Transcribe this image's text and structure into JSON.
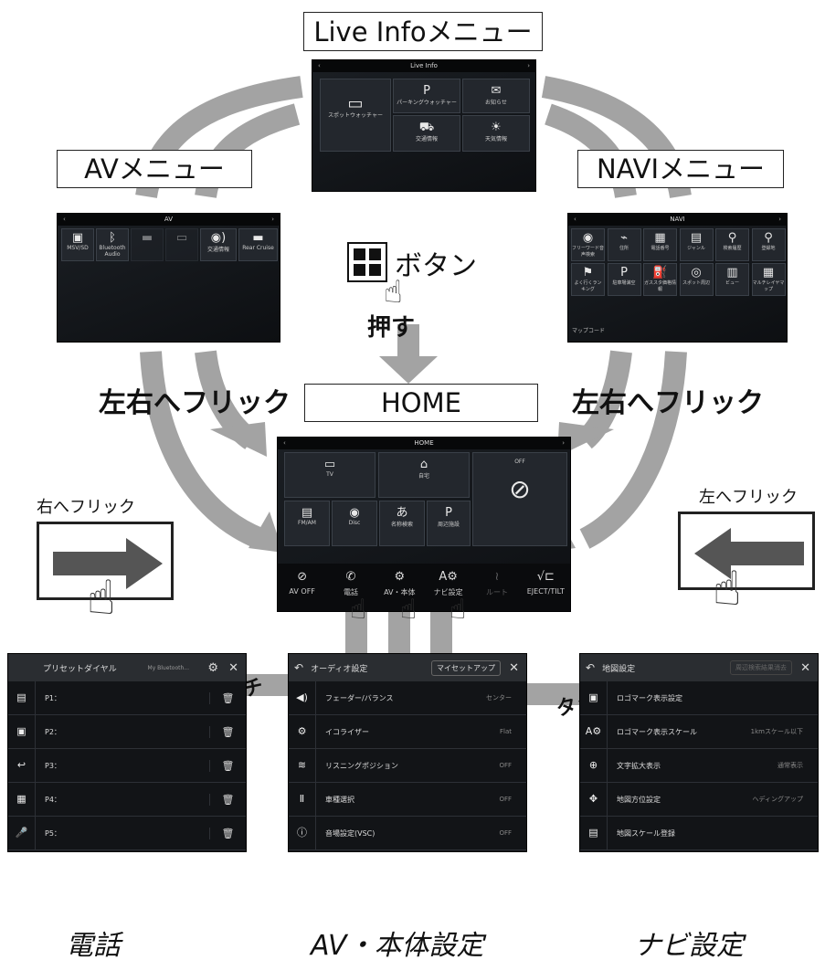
{
  "labels": {
    "live": "Live Infoメニュー",
    "av": "AVメニュー",
    "navi": "NAVIメニュー",
    "home": "HOME"
  },
  "button_text": "ボタン",
  "push": "押す",
  "flick_left_big": "左右へフリック",
  "flick_right_big": "左右へフリック",
  "flick_small_left": "右へフリック",
  "flick_small_right": "左へフリック",
  "touch": "タッチ",
  "live_screen": {
    "title": "Live Info",
    "tiles": [
      "スポットウォッチャー",
      "パーキングウォッチャー",
      "お知らせ",
      "交通情報",
      "天気情報"
    ]
  },
  "av_screen": {
    "title": "AV",
    "tiles": [
      "MSV/SD",
      "Bluetooth Audio",
      "",
      "",
      "交通情報",
      "Rear Cruise"
    ]
  },
  "navi_screen": {
    "title": "NAVI",
    "tiles": [
      "フリーワード音声検索",
      "住所",
      "電話番号",
      "ジャンル",
      "検索履歴",
      "登録地",
      "よく行くランキング",
      "駐車場満空",
      "ガススタ価格情報",
      "スポット周辺",
      "ビュー",
      "マルチレイヤマップ"
    ],
    "footer": "マップコード"
  },
  "home_screen": {
    "title": "HOME",
    "tiles": [
      "TV",
      "自宅",
      "OFF",
      "FM/AM",
      "Disc",
      "名称検索",
      "周辺施設"
    ],
    "bar": [
      "AV OFF",
      "電話",
      "AV・本体",
      "ナビ設定",
      "ルート",
      "EJECT/TILT"
    ]
  },
  "phone": {
    "title": "プリセットダイヤル",
    "device": "My Bluetooth...",
    "rows": [
      "P1：",
      "P2：",
      "P3：",
      "P4：",
      "P5："
    ],
    "caption": "電話"
  },
  "audio": {
    "title": "オーディオ設定",
    "preset": "マイセットアップ",
    "rows": [
      {
        "t": "フェーダー/バランス",
        "v": "センター"
      },
      {
        "t": "イコライザー",
        "v": "Flat"
      },
      {
        "t": "リスニングポジション",
        "v": "OFF"
      },
      {
        "t": "車種選択",
        "v": "OFF"
      },
      {
        "t": "音場設定(VSC)",
        "v": "OFF"
      }
    ],
    "caption": "AV・本体設定"
  },
  "map": {
    "title": "地図設定",
    "btn": "周辺検索結果消去",
    "rows": [
      {
        "t": "ロゴマーク表示設定",
        "v": ""
      },
      {
        "t": "ロゴマーク表示スケール",
        "v": "1kmスケール以下"
      },
      {
        "t": "文字拡大表示",
        "v": "通常表示"
      },
      {
        "t": "地図方位設定",
        "v": "ヘディングアップ"
      },
      {
        "t": "地図スケール登録",
        "v": ""
      }
    ],
    "caption": "ナビ設定"
  }
}
